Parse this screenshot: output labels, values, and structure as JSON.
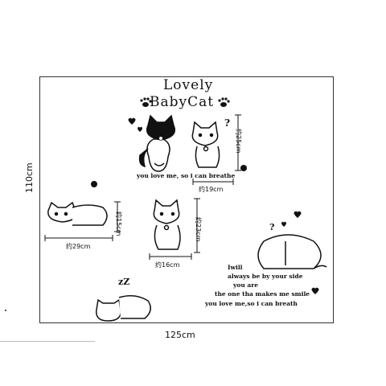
{
  "dimensions": {
    "width": "125cm",
    "height": "110cm"
  },
  "title": {
    "line1": "Lovely",
    "line2": "BabyCat"
  },
  "caption_top": "you love me, so i can breathe",
  "sizes": {
    "top_right_cat": "约19cm",
    "top_right_cat_h": "约25cm",
    "left_cat_w": "约29cm",
    "left_cat_h": "约15cm",
    "middle_cat_w": "约16cm",
    "middle_cat_h": "约23cm"
  },
  "sleep_text": "zZ",
  "question_marks": {
    "top": "?",
    "right": "?"
  },
  "poem": [
    "Iwill",
    "always be by your side",
    "you are",
    "the one tha makes me smile",
    "you love me,so i can breath"
  ]
}
